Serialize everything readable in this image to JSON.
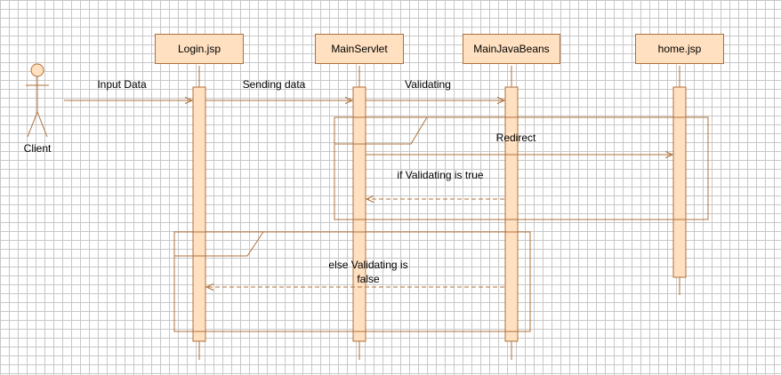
{
  "participants": {
    "client": "Client",
    "login": "Login.jsp",
    "servlet": "MainServlet",
    "beans": "MainJavaBeans",
    "home": "home.jsp"
  },
  "messages": {
    "input_data": "Input Data",
    "sending_data": "Sending data",
    "validating": "Validating",
    "redirect": "Redirect",
    "if_true": "if Validating is true",
    "else_false": "else Validating is false"
  },
  "colors": {
    "line": "#b0703a",
    "box_fill": "#ffe0c0",
    "grid": "#c8c8c8"
  }
}
